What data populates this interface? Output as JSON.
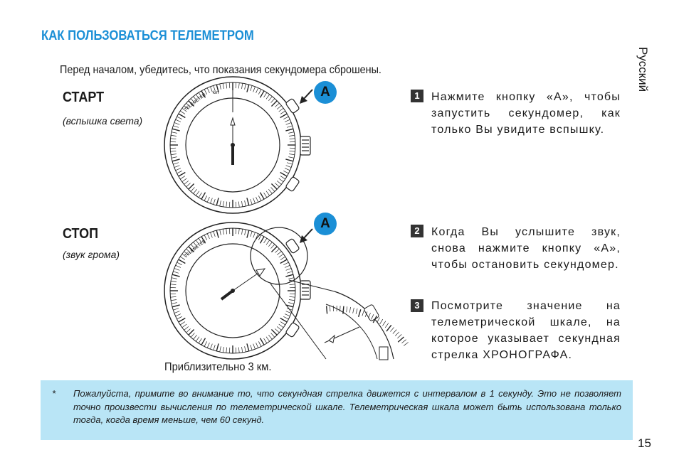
{
  "heading": "КАК ПОЛЬЗОВАТЬСЯ ТЕЛЕМЕТРОМ",
  "intro": "Перед началом, убедитесь, что показания секундомера сброшены.",
  "side_label": "Русский",
  "start": {
    "title": "СТАРТ",
    "subtitle": "(вспышка света)"
  },
  "stop": {
    "title": "СТОП",
    "subtitle": "(звук грома)"
  },
  "button_badge": "A",
  "steps": [
    {
      "number": "1",
      "text": "Нажмите кнопку «А», чтобы запустить секундомер, как только Вы увидите вспышку."
    },
    {
      "number": "2",
      "text": "Когда Вы услышите звук, снова нажмите кнопку «А», чтобы остановить секундомер."
    },
    {
      "number": "3",
      "text": "Посмотрите значение на телеметрической шкале, на которое указывает секундная стрелка ХРОНОГРАФА."
    }
  ],
  "dial_label": "TELEMETER",
  "dial_unit": "km",
  "caption": "Приблизительно 3 км.",
  "note": {
    "marker": "*",
    "text": "Пожалуйста, примите во внимание то, что секундная стрелка движется с интервалом в 1 секунду. Это не позволяет точно произвести вычисления по телеметрической шкале. Телеметрическая шкала может быть использована только тогда, когда время меньше, чем 60 секунд."
  },
  "page_number": "15",
  "colors": {
    "accent": "#1b8fd6",
    "note_background": "#b9e5f6",
    "step_number_background": "#333333"
  }
}
